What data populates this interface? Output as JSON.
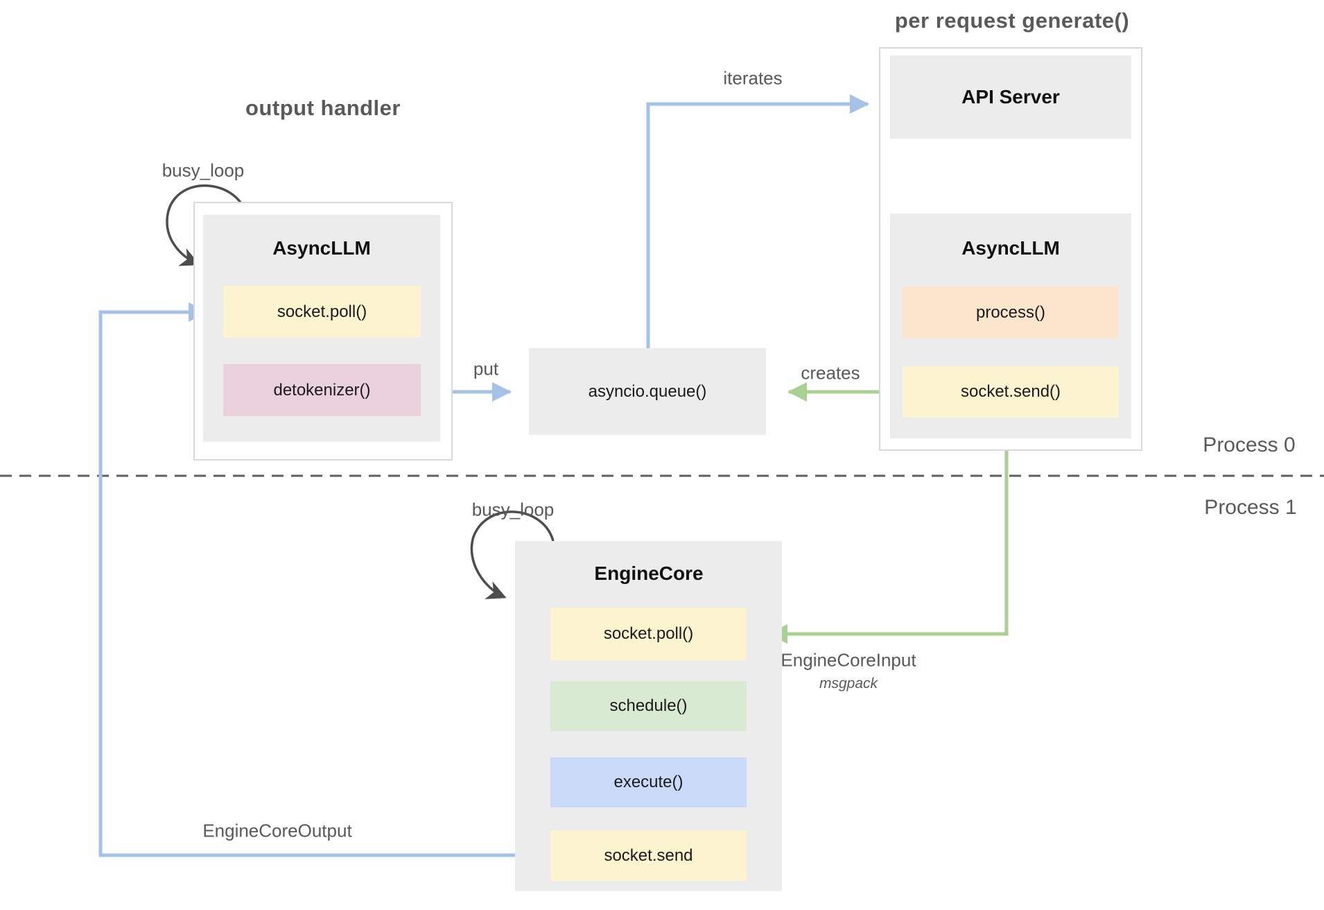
{
  "titles": {
    "output_handler": "output handler",
    "per_request_generate": "per request generate()"
  },
  "left_panel": {
    "title": "AsyncLLM",
    "busy_loop_label": "busy_loop",
    "items": [
      {
        "label": "socket.poll()",
        "color": "yellow"
      },
      {
        "label": "detokenizer()",
        "color": "pink"
      }
    ]
  },
  "queue": {
    "label": "asyncio.queue()"
  },
  "right_panel": {
    "api_server_title": "API Server",
    "async_llm_title": "AsyncLLM",
    "items": [
      {
        "label": "process()",
        "color": "orange"
      },
      {
        "label": "socket.send()",
        "color": "yellow"
      }
    ]
  },
  "engine_core": {
    "title": "EngineCore",
    "busy_loop_label": "busy_loop",
    "items": [
      {
        "label": "socket.poll()",
        "color": "yellow"
      },
      {
        "label": "schedule()",
        "color": "green"
      },
      {
        "label": "execute()",
        "color": "blue"
      },
      {
        "label": "socket.send",
        "color": "yellow"
      }
    ]
  },
  "edge_labels": {
    "iterates": "iterates",
    "put": "put",
    "creates": "creates",
    "engine_core_input": "EngineCoreInput",
    "msgpack": "msgpack",
    "engine_core_output": "EngineCoreOutput"
  },
  "process_labels": {
    "process0": "Process 0",
    "process1": "Process 1"
  },
  "colors": {
    "yellow": "#fcf3cf",
    "pink": "#ead1dc",
    "orange": "#fce5cd",
    "green": "#d9ead3",
    "blue": "#c9daf8",
    "box_gray": "#ececec",
    "panel_border": "#d9d9d9",
    "arrow_blue": "#a4c2e8",
    "arrow_green": "#a8d08f",
    "arrow_dark": "#4d4d4d",
    "label_gray": "#595959"
  }
}
